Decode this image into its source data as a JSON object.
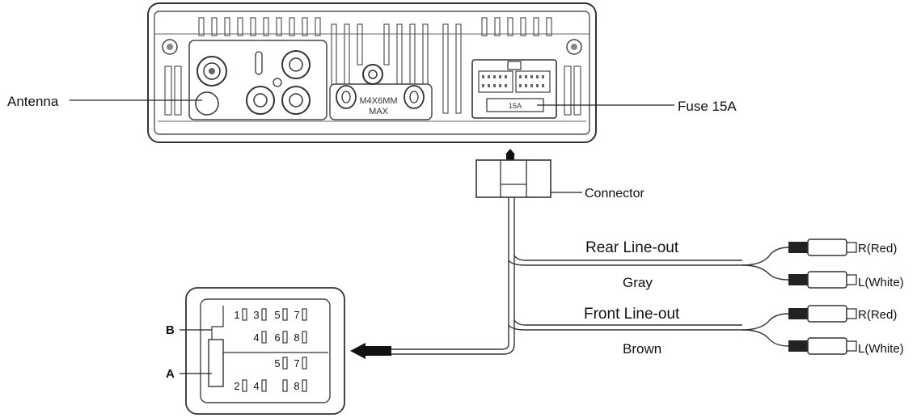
{
  "callouts": {
    "antenna": "Antenna",
    "fuse": "Fuse 15A",
    "connector": "Connector"
  },
  "unit": {
    "screw_note_line1": "M4X6MM",
    "screw_note_line2": "MAX",
    "fuse_rating": "15A"
  },
  "cables": {
    "rear_title": "Rear Line-out",
    "rear_color": "Gray",
    "front_title": "Front Line-out",
    "front_color": "Brown"
  },
  "plugs": {
    "rear_right": "R(Red)",
    "rear_left": "L(White)",
    "front_right": "R(Red)",
    "front_left": "L(White)"
  },
  "iso_connector": {
    "block_b_label": "B",
    "block_a_label": "A",
    "b_top_row": [
      "1",
      "3",
      "5",
      "7"
    ],
    "b_bottom_row": [
      "4",
      "6",
      "8"
    ],
    "a_top_row": [
      "5",
      "7"
    ],
    "a_bottom_row": [
      "2",
      "4",
      "8"
    ]
  }
}
